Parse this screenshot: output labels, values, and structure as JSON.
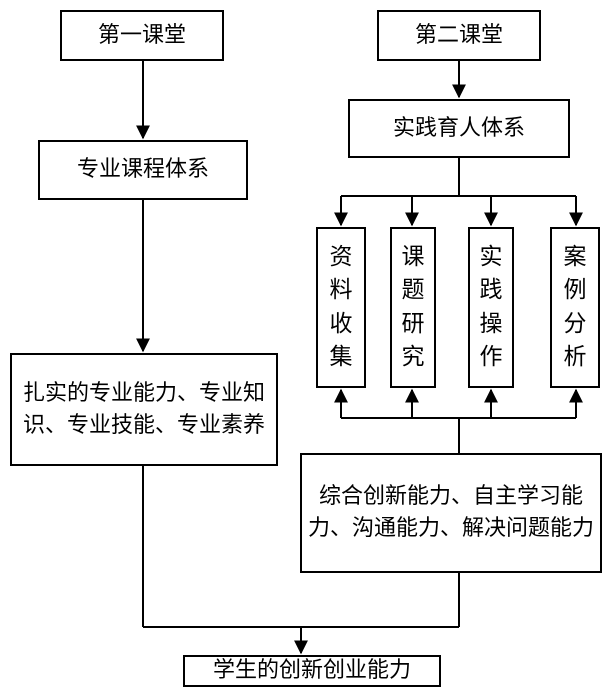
{
  "diagram": {
    "first_classroom": "第一课堂",
    "second_classroom": "第二课堂",
    "professional_course_system": "专业课程体系",
    "practice_education_system": "实践育人体系",
    "solid_abilities": "扎实的专业能力、专业知识、专业技能、专业素养",
    "vertical_items": [
      "资料收集",
      "课题研究",
      "实践操作",
      "案例分析"
    ],
    "comprehensive_abilities": "综合创新能力、自主学习能力、沟通能力、解决问题能力",
    "outcome": "学生的创新创业能力"
  }
}
